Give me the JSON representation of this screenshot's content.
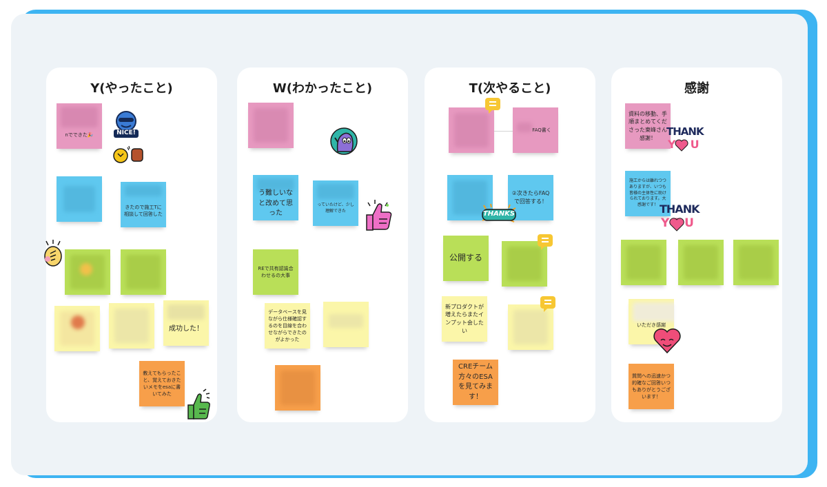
{
  "columns": [
    {
      "title": "Y(やったこと)",
      "notes": [
        {
          "text": "nでできた🎉",
          "color": "pink"
        },
        {
          "text": "",
          "color": "blue"
        },
        {
          "text": "きたので施工Tに相談して回答した",
          "color": "blue"
        },
        {
          "text": "",
          "color": "green"
        },
        {
          "text": "",
          "color": "green"
        },
        {
          "text": "",
          "color": "yellow"
        },
        {
          "text": "",
          "color": "yellow"
        },
        {
          "text": "成功した！",
          "color": "yellow"
        },
        {
          "text": "教えてもらったこと、覚えておきたいメモをesaに書いてみた",
          "color": "orange"
        }
      ],
      "stickers": {
        "nice": "NICE!",
        "fist": "fist-bump-icon",
        "party": "party-icon",
        "thumb": "thumbs-up-icon"
      }
    },
    {
      "title": "W(わかったこと)",
      "notes": [
        {
          "text": "",
          "color": "pink"
        },
        {
          "text": "う難しいなと改めて思った",
          "color": "blue"
        },
        {
          "text": "っていたけど、少し理解できた",
          "color": "blue"
        },
        {
          "text": "REで共有認識合わせるの大事",
          "color": "green"
        },
        {
          "text": "データベースを見ながら仕様確認するのを目線を合わせながらできたのがよかった",
          "color": "yellow"
        },
        {
          "text": "",
          "color": "yellow"
        },
        {
          "text": "",
          "color": "orange"
        }
      ],
      "stickers": {
        "character": "character-icon",
        "thumb": "thumbs-up-icon"
      }
    },
    {
      "title": "T(次やること)",
      "notes": [
        {
          "text": "",
          "color": "pink"
        },
        {
          "text": "FAQ書く",
          "color": "pink"
        },
        {
          "text": "",
          "color": "blue"
        },
        {
          "text": "②次きたらFAQで回答する！",
          "color": "blue"
        },
        {
          "text": "公開する",
          "color": "green"
        },
        {
          "text": "",
          "color": "green"
        },
        {
          "text": "新プロダクトが増えたらまたインプット会したい",
          "color": "yellow"
        },
        {
          "text": "",
          "color": "yellow"
        },
        {
          "text": "CREチーム方々のESAを見てみます！",
          "color": "orange"
        }
      ],
      "stickers": {
        "thanks": "THANKS"
      }
    },
    {
      "title": "感謝",
      "notes": [
        {
          "text": "資料の移動、手順まとめてくださった東峰さん感謝！",
          "color": "pink"
        },
        {
          "text": "施工からは離れつつありますが、いつも皆様の主体性に助けられております。大感謝です！",
          "color": "blue"
        },
        {
          "text": "",
          "color": "green"
        },
        {
          "text": "",
          "color": "green"
        },
        {
          "text": "",
          "color": "green"
        },
        {
          "text": "いただき感謝",
          "color": "yellow"
        },
        {
          "text": "質問への迅速かつ的確なご回答いつもありがとうございます！",
          "color": "orange"
        }
      ],
      "stickers": {
        "thank_you_1_a": "THANK",
        "thank_you_1_b": "YOU",
        "thank_you_2_a": "THANK",
        "thank_you_2_b": "YOU",
        "heart": "heart-icon"
      }
    }
  ],
  "colors": {
    "frame": "#3db4f2",
    "board": "#eef3f7",
    "column": "#ffffff",
    "pink": "#e799c0",
    "blue": "#5fc8ef",
    "green": "#b9df58",
    "yellow": "#fbf6a9",
    "orange": "#f79f4a",
    "comment": "#f7c733"
  }
}
